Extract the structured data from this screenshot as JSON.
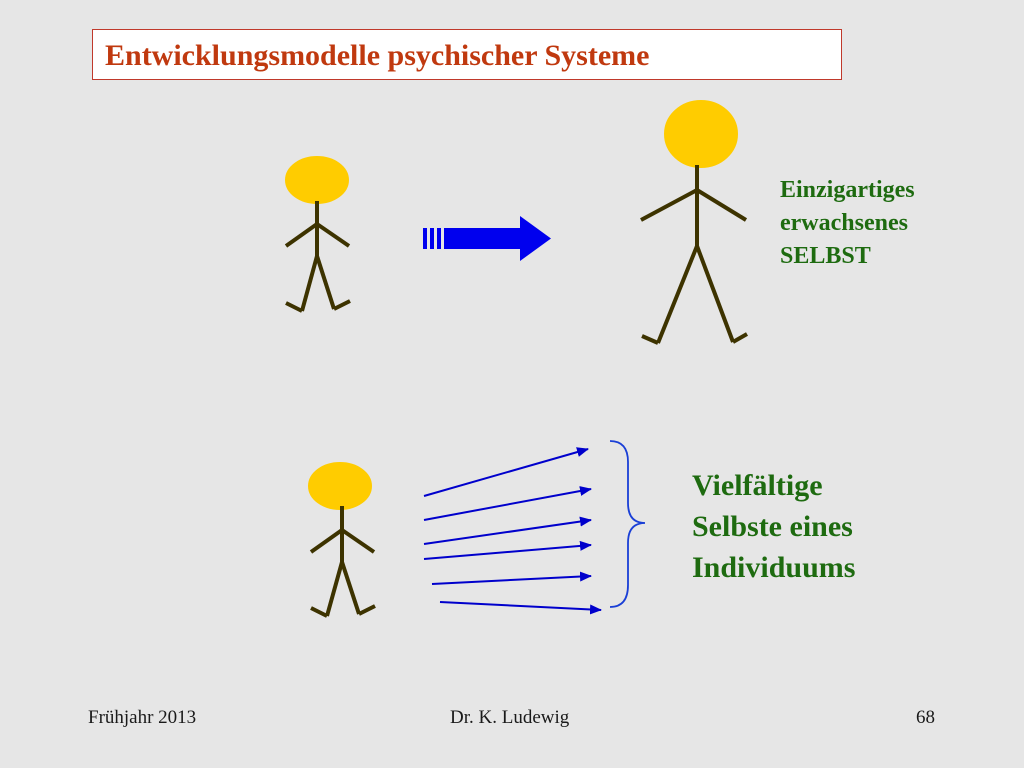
{
  "title": "Entwicklungsmodelle psychischer Systeme",
  "top_label": {
    "line1": "Einzigartiges",
    "line2": "erwachsenes",
    "line3": "SELBST"
  },
  "bottom_label": {
    "line1": "Vielfältige",
    "line2": "Selbste eines",
    "line3": "Individuums"
  },
  "footer": {
    "left": "Frühjahr 2013",
    "center": "Dr. K. Ludewig",
    "right": "68"
  },
  "colors": {
    "background": "#e6e6e6",
    "title_text": "#c0390f",
    "title_border": "#c0392b",
    "label_green": "#1e6b10",
    "head_fill": "#ffcc00",
    "stick_color": "#3d3300",
    "arrow_blue": "#0000ee",
    "thin_arrow": "#0000cc",
    "brace": "#1a3fd6"
  }
}
